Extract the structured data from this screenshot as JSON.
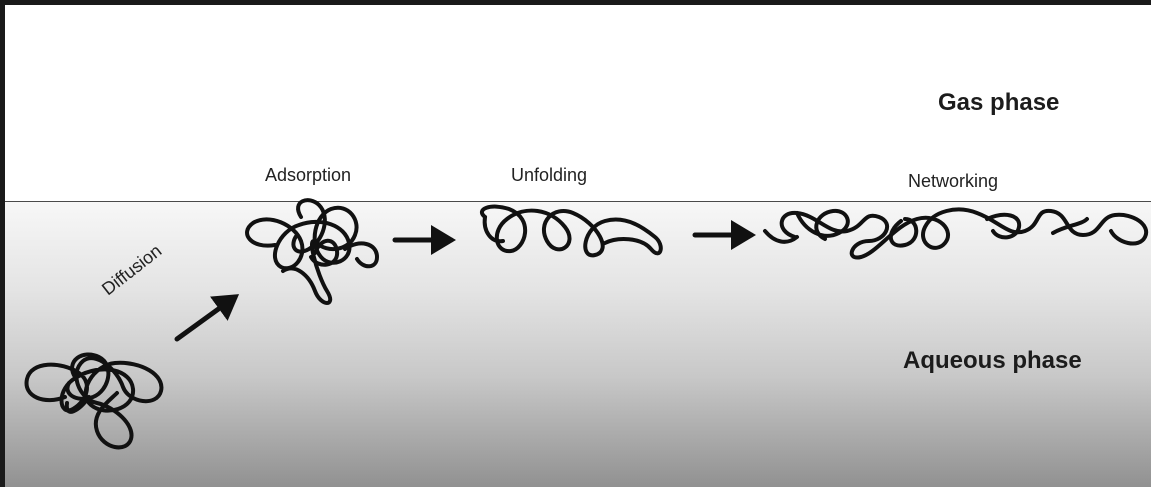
{
  "phases": {
    "gas": "Gas phase",
    "aqueous": "Aqueous phase"
  },
  "steps": {
    "diffusion": "Diffusion",
    "adsorption": "Adsorption",
    "unfolding": "Unfolding",
    "networking": "Networking"
  },
  "colors": {
    "line": "#111111",
    "interface": "#4a4a4a"
  }
}
